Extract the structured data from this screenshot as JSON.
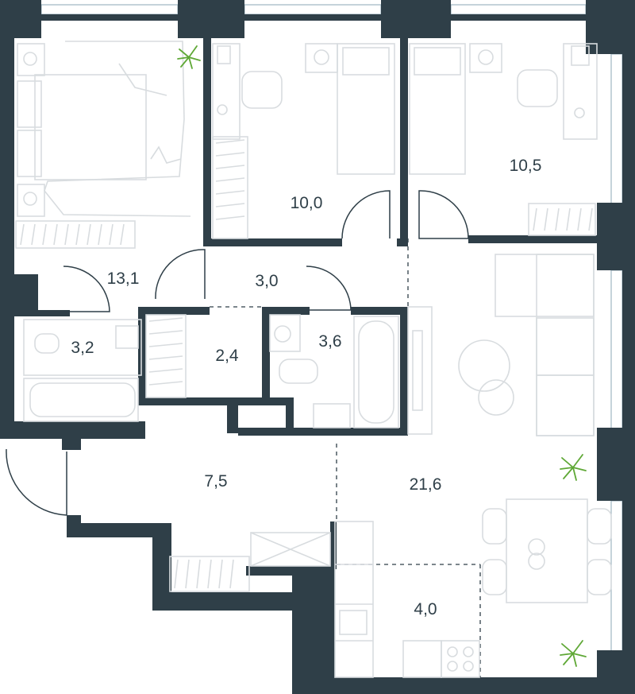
{
  "rooms": [
    {
      "id": "bedroom-master",
      "area": "13,1"
    },
    {
      "id": "bedroom-middle",
      "area": "10,0"
    },
    {
      "id": "bedroom-right",
      "area": "10,5"
    },
    {
      "id": "corridor",
      "area": "3,0"
    },
    {
      "id": "bathroom-left",
      "area": "3,2"
    },
    {
      "id": "storage",
      "area": "2,4"
    },
    {
      "id": "bathroom-right",
      "area": "3,6"
    },
    {
      "id": "hallway",
      "area": "7,5"
    },
    {
      "id": "living-room",
      "area": "21,6"
    },
    {
      "id": "kitchen",
      "area": "4,0"
    }
  ],
  "colors": {
    "wall": "#2f3f48",
    "furniture_line": "#d8dcdf",
    "plant": "#5fa836",
    "window": "#9fb6c2"
  }
}
